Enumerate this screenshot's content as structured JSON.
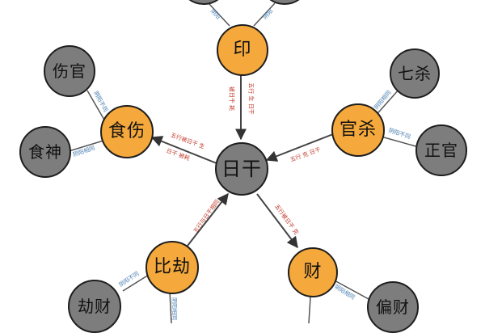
{
  "diagram": {
    "nodes": {
      "center": "日干",
      "yin": "印",
      "shishang": "食伤",
      "guansha": "官杀",
      "bijie": "比劫",
      "cai": "财",
      "shangguan": "伤官",
      "shishen": "食神",
      "qisha": "七杀",
      "zhengguan": "正官",
      "jiecai": "劫财",
      "piancai": "偏财",
      "top_left_partial": "",
      "top_right_partial": ""
    },
    "edge_labels": {
      "yin_center_a": "五行 生 日干",
      "yin_center_b": "被日干 耗",
      "shishang_center_a": "五行被日干 生",
      "shishang_center_b": "日干 被耗",
      "guansha_center_a": "五行 克 日干",
      "bijie_center": "五行与日干相同",
      "cai_center": "五行被日干 克",
      "shishang_shangguan": "阴阳不同",
      "shishang_shishen": "阴阳相同",
      "guansha_qisha": "阴阳相同",
      "guansha_zhengguan": "阴阳不同",
      "bijie_jiecai": "阴阳不同",
      "bijie_bottom": "阴阳相同",
      "cai_piancai": "阴阳相同",
      "yin_top_left": "阴阳",
      "yin_top_right": "阴阳"
    },
    "colors": {
      "primary_node": "#f5a83b",
      "secondary_node": "#7d7d7d",
      "center_node": "#7d7d7d",
      "arrow": "#444444",
      "label_red": "#c0392b",
      "label_blue": "#4a7fb0"
    }
  }
}
